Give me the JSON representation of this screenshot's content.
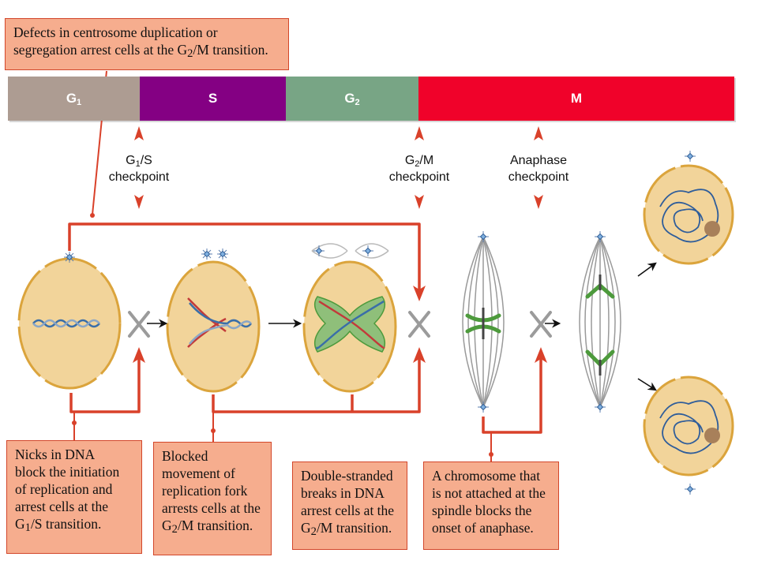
{
  "phases": [
    {
      "name": "G",
      "sub": "1",
      "color": "#ad9c92"
    },
    {
      "name": "S",
      "sub": "",
      "color": "#840083"
    },
    {
      "name": "G",
      "sub": "2",
      "color": "#78a585"
    },
    {
      "name": "M",
      "sub": "",
      "color": "#f0022a"
    }
  ],
  "checkpoints": {
    "g1s": {
      "pre": "G",
      "sub": "1",
      "post": "/S",
      "line2": "checkpoint"
    },
    "g2m": {
      "pre": "G",
      "sub": "2",
      "post": "/M",
      "line2": "checkpoint"
    },
    "anaphase": {
      "line1": "Anaphase",
      "line2": "checkpoint"
    }
  },
  "notes": {
    "centrosome": {
      "line1": "Defects in centrosome duplication or",
      "line2_pre": "segregation arrest cells at the G",
      "line2_sub": "2",
      "line2_post": "/M transition."
    },
    "nicks": {
      "line1": "Nicks in DNA",
      "line2": "block the initiation",
      "line3": "of replication and",
      "line4": "arrest cells at the",
      "line5_pre": "G",
      "line5_sub": "1",
      "line5_post": "/S transition."
    },
    "blocked": {
      "line1": "Blocked",
      "line2": "movement of",
      "line3": "replication fork",
      "line4": "arrests cells at the",
      "line5_pre": "G",
      "line5_sub": "2",
      "line5_post": "/M transition."
    },
    "double": {
      "line1": "Double-stranded",
      "line2": "breaks in DNA",
      "line3": "arrest cells at the",
      "line4_pre": "G",
      "line4_sub": "2",
      "line4_post": "/M transition."
    },
    "chromosome": {
      "line1": "A chromosome that",
      "line2": "is not attached at the",
      "line3": "spindle blocks the",
      "line4": "onset of anaphase."
    }
  },
  "colors": {
    "accent_red": "#d9412a",
    "note_fill": "#f6ad8e",
    "cell_fill": "#f2d49a",
    "cell_membrane": "#dba43c",
    "dna_blue": "#3a6ea8",
    "dna_red": "#c23a3a",
    "chromosome_green": "#4d9a3c",
    "nucleolus": "#a8805a",
    "spindle_gray": "#9a9a9a"
  },
  "icons": [
    "checkpoint-block-x-icon",
    "centrosome-icon",
    "flow-arrow-icon"
  ]
}
